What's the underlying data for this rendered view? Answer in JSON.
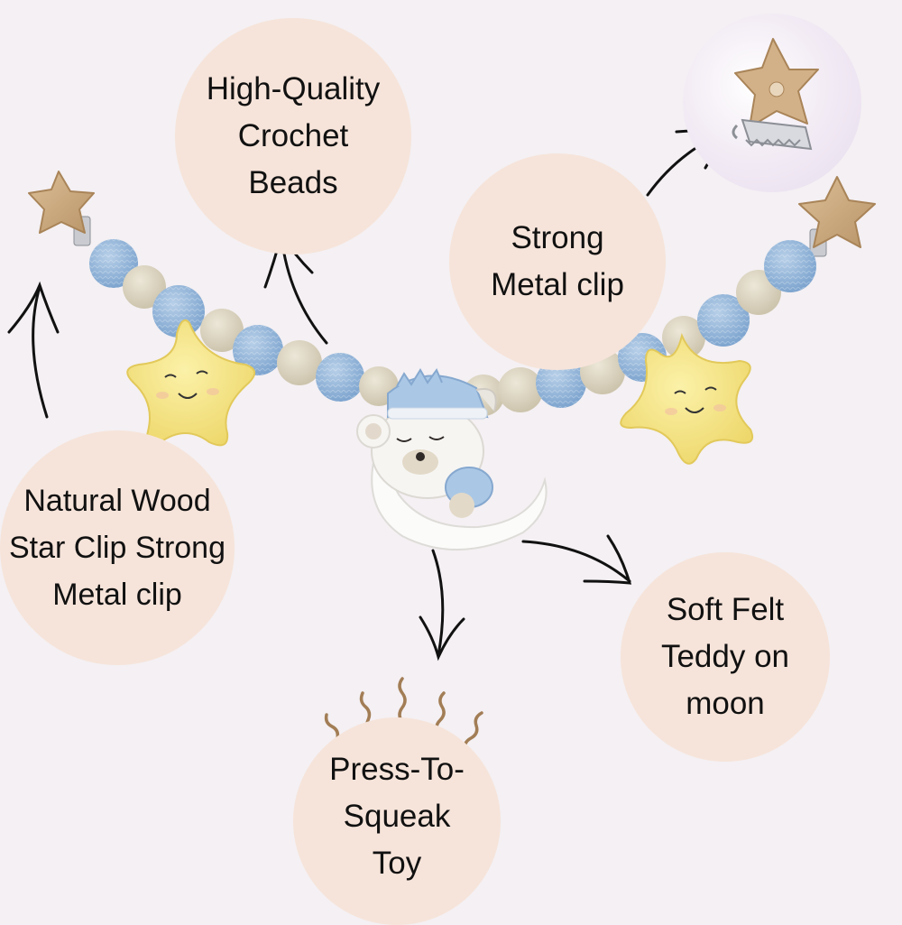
{
  "callouts": {
    "beads": "High-Quality Crochet Beads",
    "metal_clip": "Strong Metal clip",
    "wood_star": "Natural Wood Star Clip Strong Metal  clip",
    "teddy": "Soft Felt Teddy on moon",
    "squeak": "Press-To-Squeak Toy"
  },
  "colors": {
    "background": "#f4f0f3",
    "bubble": "#f6e4da",
    "blue_bead": "#8fb3d6",
    "cream_bead": "#ddd6c2",
    "yellow_star": "#f5e58a",
    "wood": "#cfae84",
    "arrow": "#111111",
    "squeak_lines": "#a27d55"
  }
}
